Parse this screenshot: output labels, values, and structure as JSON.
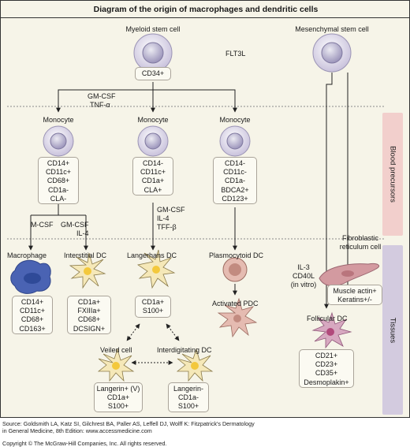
{
  "title": "Diagram of the origin of macrophages and dendritic cells",
  "cells": {
    "myeloid_stem": "Myeloid stem cell",
    "mesenchymal_stem": "Mesenchymal stem cell",
    "monocyte_1": "Monocyte",
    "monocyte_2": "Monocyte",
    "monocyte_3": "Monocyte",
    "macrophage": "Macrophage",
    "interstitial_dc": "Interstitial DC",
    "langerhans_dc": "Langerhans DC",
    "plasmacytoid_dc": "Plasmocytoid DC",
    "activated_pdc": "Activated PDC",
    "fibroblastic_line1": "Fibroblastic",
    "fibroblastic_line2": "reticulum cell",
    "follicular_dc": "Follicular DC",
    "veiled_cell": "Veiled cell",
    "interdigitating_dc": "Interdigitating DC"
  },
  "markers": {
    "myeloid_stem": [
      "CD34+"
    ],
    "monocyte_1": [
      "CD14+",
      "CD11c+",
      "CD68+",
      "CD1a-",
      "CLA-"
    ],
    "monocyte_2": [
      "CD14-",
      "CD11c+",
      "CD1a+",
      "CLA+"
    ],
    "monocyte_3": [
      "CD14-",
      "CD11c-",
      "CD1a-",
      "BDCA2+",
      "CD123+"
    ],
    "macrophage": [
      "CD14+",
      "CD11c+",
      "CD68+",
      "CD163+"
    ],
    "interstitial_dc": [
      "CD1a+",
      "FXIIIa+",
      "CD68+",
      "DCSIGN+"
    ],
    "langerhans_dc": [
      "CD1a+",
      "S100+"
    ],
    "fibroblastic": [
      "Muscle actin+",
      "Keratins+/-"
    ],
    "follicular_dc": [
      "CD21+",
      "CD23+",
      "CD35+",
      "Desmoplakin+"
    ],
    "veiled_cell": [
      "Langerin+ (V)",
      "CD1a+",
      "S100+"
    ],
    "interdigitating_dc": [
      "Langerin-",
      "CD1a-",
      "S100+"
    ]
  },
  "factors": {
    "flt3l": "FLT3L",
    "gmcsf_tnf": [
      "GM-CSF",
      "TNF-α"
    ],
    "mcsf": "M-CSF",
    "gmcsf_il4": [
      "GM-CSF",
      "IL-4"
    ],
    "gmcsf_il4_tgf": [
      "GM-CSF",
      "IL-4",
      "TFF-β"
    ],
    "il3_cd40l": [
      "IL-3",
      "CD40L",
      "(in vitro)"
    ]
  },
  "bands": {
    "blood": "Blood precursors",
    "tissues": "Tissues"
  },
  "colors": {
    "background": "#f6f4e8",
    "blood_band": "#f2cfcc",
    "tissue_band": "#d3cbdf",
    "macrophage": "#4a63b3",
    "dendritic_cell": "#f5e8b8",
    "pdc": "#d7a99f",
    "follicular": "#c98fa9"
  },
  "source": {
    "line1": "Source: Goldsmith LA, Katz SI, Gilchrest BA, Paller AS, Leffell DJ, Wolff K: Fitzpatrick's Dermatology",
    "line2": "in General Medicine, 8th Edition: www.accessmedicine.com",
    "copyright": "Copyright © The McGraw-Hill Companies, Inc. All rights reserved."
  }
}
